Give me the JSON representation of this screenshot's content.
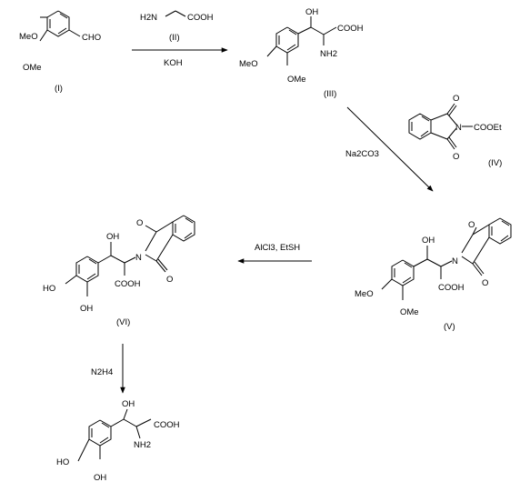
{
  "compounds": {
    "c1": {
      "label": "(I)",
      "ome4": "MeO",
      "ome3": "OMe",
      "cho": "CHO"
    },
    "c3": {
      "label": "(III)",
      "oh": "OH",
      "cooh": "COOH",
      "nh2": "NH2",
      "ome4": "MeO",
      "ome3": "OMe"
    },
    "c4": {
      "label": "(IV)",
      "o_top": "O",
      "o_bot": "O",
      "n": "N",
      "cooet": "COOEt"
    },
    "c5": {
      "label": "(V)",
      "oh": "OH",
      "cooh": "COOH",
      "n": "N",
      "o_top": "O",
      "o_bot": "O",
      "ome4": "MeO",
      "ome3": "OMe"
    },
    "c6": {
      "label": "(VI)",
      "oh": "OH",
      "cooh": "COOH",
      "n": "N",
      "o_top": "O",
      "o_bot": "O",
      "ho4": "HO",
      "oh3": "OH"
    },
    "c7": {
      "oh": "OH",
      "cooh": "COOH",
      "nh2": "NH2",
      "ho4": "HO",
      "oh3": "OH"
    }
  },
  "reagents": {
    "glycine_nh2": "H2N",
    "glycine_cooh": "COOH",
    "step1_label": "(II)",
    "step1_base": "KOH",
    "step2": "Na2CO3",
    "step3": "AlCl3, EtSH",
    "step4": "N2H4"
  }
}
